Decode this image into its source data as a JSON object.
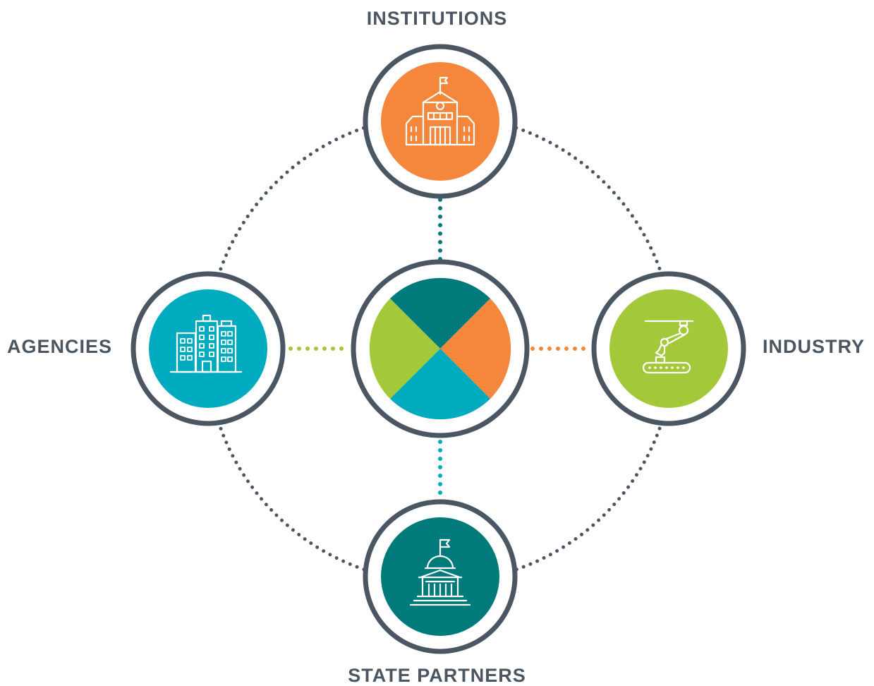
{
  "nodes": {
    "top": {
      "label": "INSTITUTIONS",
      "icon": "school-building-icon",
      "color": "#f4873b"
    },
    "left": {
      "label": "AGENCIES",
      "icon": "office-buildings-icon",
      "color": "#00abc0"
    },
    "right": {
      "label": "INDUSTRY",
      "icon": "robotic-arm-conveyor-icon",
      "color": "#a3c93a"
    },
    "bottom": {
      "label": "STATE PARTNERS",
      "icon": "capitol-building-icon",
      "color": "#007a7b"
    }
  },
  "center": {
    "icon": "four-quadrant-circle",
    "colors": {
      "top": "#007a7b",
      "right": "#f4873b",
      "bottom": "#00abc0",
      "left": "#a3c93a"
    }
  },
  "colors": {
    "ring": "#4a5661",
    "text": "#4a5661",
    "dotted_ring": "#4a5661",
    "connector_top": "#007a7b",
    "connector_left": "#a3c93a",
    "connector_right": "#f4873b",
    "connector_bottom": "#00abc0"
  }
}
